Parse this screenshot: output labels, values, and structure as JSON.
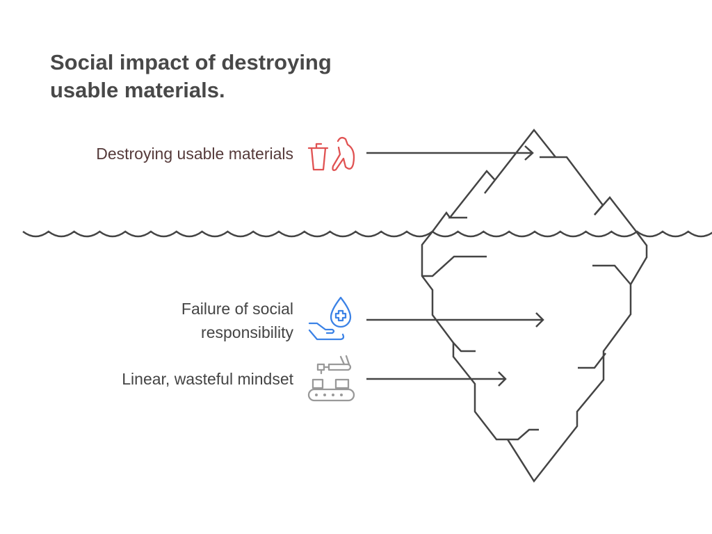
{
  "title": [
    "Social impact of destroying",
    "usable materials."
  ],
  "levels": [
    {
      "label": "Destroying usable materials",
      "icon": "trash-person-icon",
      "color": "#e05252"
    },
    {
      "label_lines": [
        "Failure of social",
        "responsibility"
      ],
      "icon": "hand-drop-cross-icon",
      "color": "#3b82e6"
    },
    {
      "label": "Linear, wasteful mindset",
      "icon": "conveyor-robot-arm-icon",
      "color": "#999999"
    }
  ],
  "colors": {
    "stroke": "#444444",
    "title": "#484848"
  }
}
